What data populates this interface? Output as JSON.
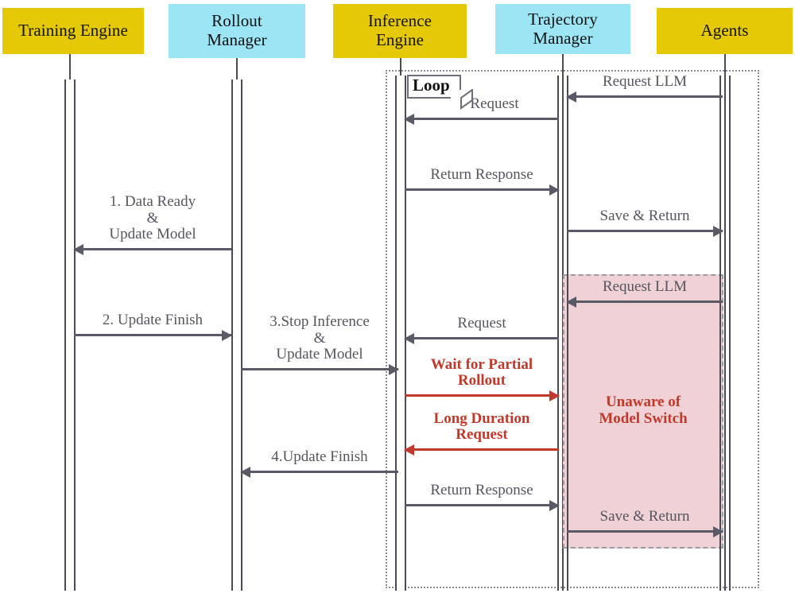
{
  "diagram": {
    "title": "RL Rollout Sequence Diagram",
    "type": "sequence-diagram",
    "colors": {
      "participant_yellow": "#E5C906",
      "participant_cyan": "#9BE5F5",
      "line_gray": "#5a5a66",
      "accent_red": "#C0392B",
      "highlight_pink": "#F0D2D6",
      "frame_dotted": "#8a8a96"
    }
  },
  "participants": [
    {
      "id": "training-engine",
      "label": "Training Engine",
      "color": "#E5C906"
    },
    {
      "id": "rollout-manager",
      "label": "Rollout\nManager",
      "color": "#9BE5F5"
    },
    {
      "id": "inference-engine",
      "label": "Inference\nEngine",
      "color": "#E5C906"
    },
    {
      "id": "trajectory-manager",
      "label": "Trajectory\nManager",
      "color": "#9BE5F5"
    },
    {
      "id": "agents",
      "label": "Agents",
      "color": "#E5C906"
    }
  ],
  "frames": [
    {
      "id": "loop-frame",
      "label": "Loop"
    }
  ],
  "highlight": {
    "label": "Unaware of\nModel Switch",
    "color": "#F0D2D6"
  },
  "messages": [
    {
      "id": "m1",
      "label": "Request LLM",
      "from": "agents",
      "to": "trajectory-manager",
      "direction": "left",
      "color": "gray"
    },
    {
      "id": "m2",
      "label": "Request",
      "from": "trajectory-manager",
      "to": "inference-engine",
      "direction": "left",
      "color": "gray"
    },
    {
      "id": "m3",
      "label": "Return Response",
      "from": "inference-engine",
      "to": "trajectory-manager",
      "direction": "right",
      "color": "gray"
    },
    {
      "id": "m4",
      "label": "1. Data Ready\n&\nUpdate Model",
      "from": "rollout-manager",
      "to": "training-engine",
      "direction": "left",
      "color": "gray"
    },
    {
      "id": "m5",
      "label": "Save & Return",
      "from": "trajectory-manager",
      "to": "agents",
      "direction": "right",
      "color": "gray"
    },
    {
      "id": "m6",
      "label": "Request LLM",
      "from": "agents",
      "to": "trajectory-manager",
      "direction": "left",
      "color": "gray"
    },
    {
      "id": "m7",
      "label": "2. Update Finish",
      "from": "training-engine",
      "to": "rollout-manager",
      "direction": "right",
      "color": "gray"
    },
    {
      "id": "m8",
      "label": "Request",
      "from": "trajectory-manager",
      "to": "inference-engine",
      "direction": "left",
      "color": "gray"
    },
    {
      "id": "m9",
      "label": "3.Stop Inference\n&\nUpdate Model",
      "from": "rollout-manager",
      "to": "inference-engine",
      "direction": "right",
      "color": "gray"
    },
    {
      "id": "m10",
      "label": "Wait for Partial\nRollout",
      "from": "inference-engine",
      "to": "trajectory-manager",
      "direction": "right",
      "color": "red"
    },
    {
      "id": "m11",
      "label": "Long Duration\nRequest",
      "from": "trajectory-manager",
      "to": "inference-engine",
      "direction": "left",
      "color": "red"
    },
    {
      "id": "m12",
      "label": "4.Update Finish",
      "from": "inference-engine",
      "to": "rollout-manager",
      "direction": "left",
      "color": "gray"
    },
    {
      "id": "m13",
      "label": "Return Response",
      "from": "inference-engine",
      "to": "trajectory-manager",
      "direction": "right",
      "color": "gray"
    },
    {
      "id": "m14",
      "label": "Save & Return",
      "from": "trajectory-manager",
      "to": "agents",
      "direction": "right",
      "color": "gray"
    }
  ]
}
